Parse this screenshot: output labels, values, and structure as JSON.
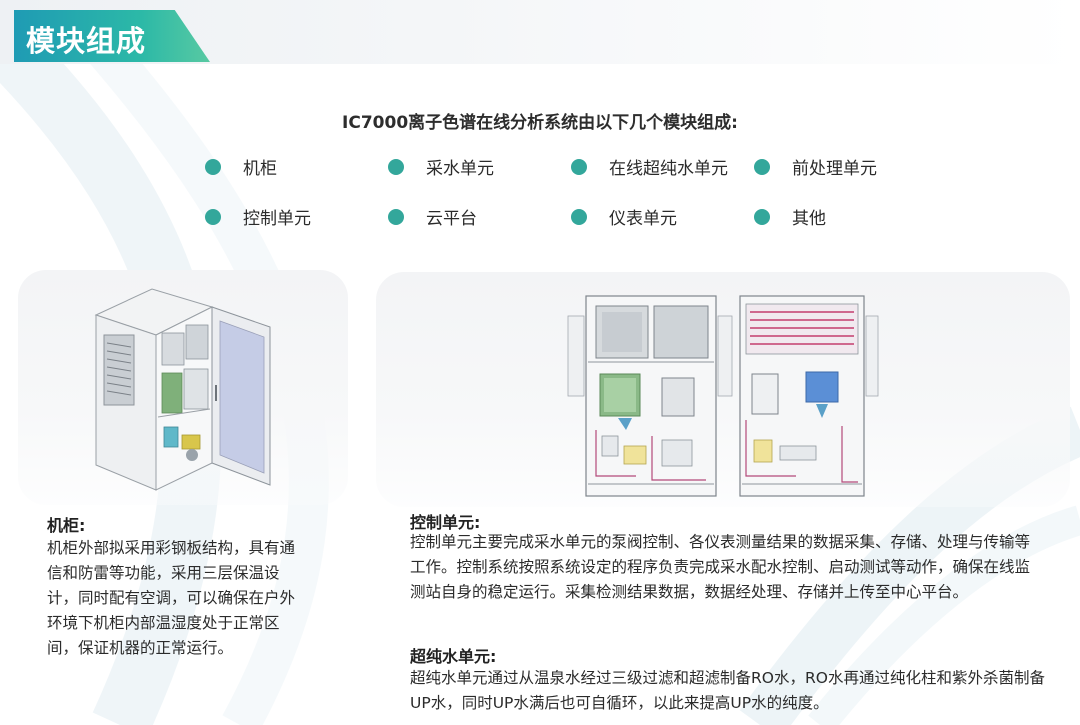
{
  "header": {
    "title": "模块组成"
  },
  "intro": "IC7000离子色谱在线分析系统由以下几个模块组成:",
  "modules": [
    "机柜",
    "采水单元",
    "在线超纯水单元",
    "前处理单元",
    "控制单元",
    "云平台",
    "仪表单元",
    "其他"
  ],
  "colors": {
    "accent": "#33a79b",
    "tab_start": "#1f9bb4",
    "tab_end": "#58c9a2"
  },
  "cabinet": {
    "title": "机柜:",
    "text": "机柜外部拟采用彩钢板结构，具有通信和防雷等功能，采用三层保温设计，同时配有空调，可以确保在户外环境下机柜内部温湿度处于正常区间，保证机器的正常运行。"
  },
  "control": {
    "title": "控制单元:",
    "text": "控制单元主要完成采水单元的泵阀控制、各仪表测量结果的数据采集、存储、处理与传输等工作。控制系统按照系统设定的程序负责完成采水配水控制、启动测试等动作，确保在线监测站自身的稳定运行。采集检测结果数据，数据经处理、存储并上传至中心平台。"
  },
  "ultrapure": {
    "title": "超纯水单元:",
    "text": "超纯水单元通过从温泉水经过三级过滤和超滤制备RO水，RO水再通过纯化柱和紫外杀菌制备UP水，同时UP水满后也可自循环，以此来提高UP水的纯度。"
  }
}
